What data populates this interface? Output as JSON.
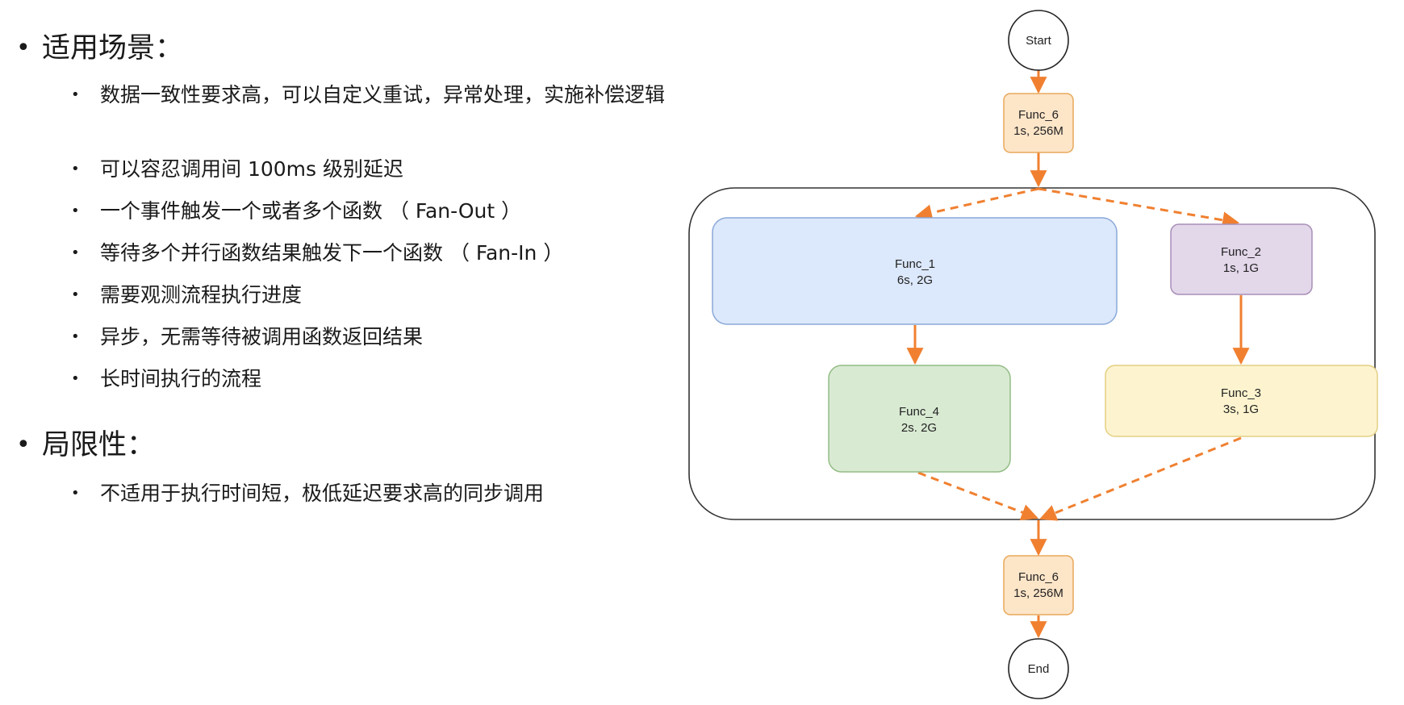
{
  "left": {
    "sections": [
      {
        "title": "适用场景：",
        "items": [
          "数据一致性要求高，可以自定义重试，异常处理，实施补偿逻辑",
          "可以容忍调用间 100ms 级别延迟",
          "一个事件触发一个或者多个函数 （ Fan-Out ）",
          "等待多个并行函数结果触发下一个函数 （ Fan-In ）",
          "需要观测流程执行进度",
          "异步，无需等待被调用函数返回结果",
          "长时间执行的流程"
        ]
      },
      {
        "title": "局限性：",
        "items": [
          "不适用于执行时间短，极低延迟要求高的同步调用"
        ]
      }
    ],
    "bullet": "•"
  },
  "diagram": {
    "start": "Start",
    "end": "End",
    "func6_top": {
      "name": "Func_6",
      "spec": "1s, 256M"
    },
    "func1": {
      "name": "Func_1",
      "spec": "6s, 2G"
    },
    "func2": {
      "name": "Func_2",
      "spec": "1s, 1G"
    },
    "func4": {
      "name": "Func_4",
      "spec": "2s. 2G"
    },
    "func3": {
      "name": "Func_3",
      "spec": "3s, 1G"
    },
    "func6_bottom": {
      "name": "Func_6",
      "spec": "1s, 256M"
    },
    "colors": {
      "arrow": "#f08030",
      "func6_fill": "#fde5c8",
      "func6_stroke": "#e8a85a",
      "func1_fill": "#dce8fb",
      "func1_stroke": "#8aa8d8",
      "func2_fill": "#e3d7ea",
      "func2_stroke": "#a88fb8",
      "func4_fill": "#d9ead3",
      "func4_stroke": "#93bd85",
      "func3_fill": "#fdf4cf",
      "func3_stroke": "#e3cf84",
      "group_stroke": "#333333"
    }
  }
}
